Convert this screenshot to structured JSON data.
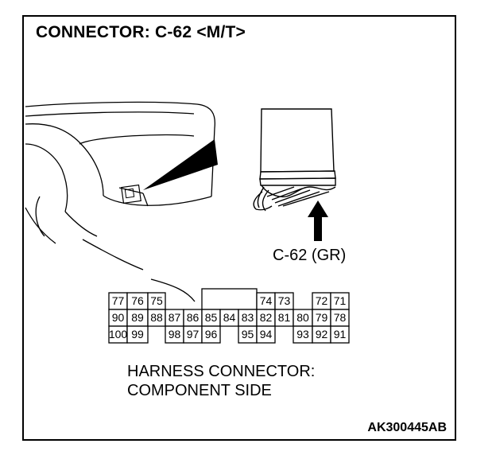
{
  "title": "CONNECTOR: C-62 <M/T>",
  "connector_label": "C-62 (GR)",
  "harness_label": [
    "HARNESS CONNECTOR:",
    "COMPONENT SIDE"
  ],
  "figure_code": "AK300445AB",
  "pins": {
    "row1": [
      "77",
      "76",
      "75",
      "74",
      "73",
      "72",
      "71"
    ],
    "row2": [
      "90",
      "89",
      "88",
      "87",
      "86",
      "85",
      "84",
      "83",
      "82",
      "81",
      "80",
      "79",
      "78"
    ],
    "row3": [
      "100",
      "99",
      "98",
      "97",
      "96",
      "95",
      "94",
      "93",
      "92",
      "91"
    ]
  }
}
